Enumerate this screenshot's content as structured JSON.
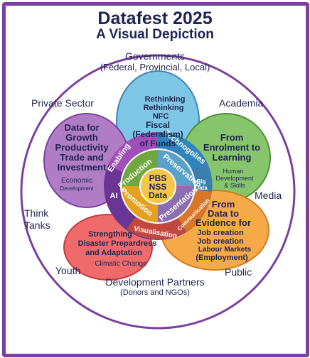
{
  "title": "Datafest 2025",
  "subtitle": "A Visual Depiction",
  "outer": {
    "governments": "Governments",
    "governments_sub": "(Federal, Provincial, Local)",
    "private_sector": "Private Sector",
    "academia": "Academia",
    "media": "Media",
    "think_tanks_1": "Think",
    "think_tanks_2": "Tanks",
    "youth": "Youth",
    "public": "Public",
    "dev_partners": "Development Partners",
    "dev_partners_sub": "(Donors and NGOs)"
  },
  "petals": {
    "blue": {
      "color": "#7ec6e6",
      "lines": [
        "Rethinking",
        "Rethinking",
        "NFC",
        "Fiscal",
        "(Federalism)",
        "of Funds"
      ]
    },
    "purple": {
      "color": "#b07cc6",
      "lines": [
        "Data for",
        "Growth",
        "Productivity",
        "Trade and",
        "Investment"
      ],
      "sub": "Economic",
      "sub2": "Development"
    },
    "green": {
      "color": "#86c56b",
      "lines": [
        "From",
        "Enrolment to",
        "Learning"
      ],
      "sub": "Human",
      "sub2": "Development",
      "sub3": "& Skills"
    },
    "orange": {
      "color": "#f6a948",
      "lines": [
        "From",
        "Data to",
        "Evidence for",
        "Job creation",
        "Job creation",
        "Labour Markets",
        "(Employment)"
      ]
    },
    "red": {
      "color": "#ef6b6b",
      "lines": [
        "Strengthing",
        "Disaster Prepardress",
        "and Adaptation"
      ],
      "sub": "Climatic Change"
    }
  },
  "ring": {
    "enabling": "Enabling",
    "technologies": "Technogolies",
    "big_data_1": "Big",
    "big_data_2": "Data",
    "communication": "Communication",
    "visualisation": "Visualisation",
    "ai": "AI"
  },
  "center": {
    "production": "Production",
    "preservation": "Preservation",
    "promotion": "Promotion",
    "presentation": "Presentation",
    "core_1": "PBS",
    "core_2": "NSS",
    "core_3": "Data",
    "colors": {
      "tl": "#6fa83f",
      "tr": "#5aa1c9",
      "bl": "#e3a11f",
      "br": "#8c6fb0",
      "core": "#f4c64c"
    }
  }
}
